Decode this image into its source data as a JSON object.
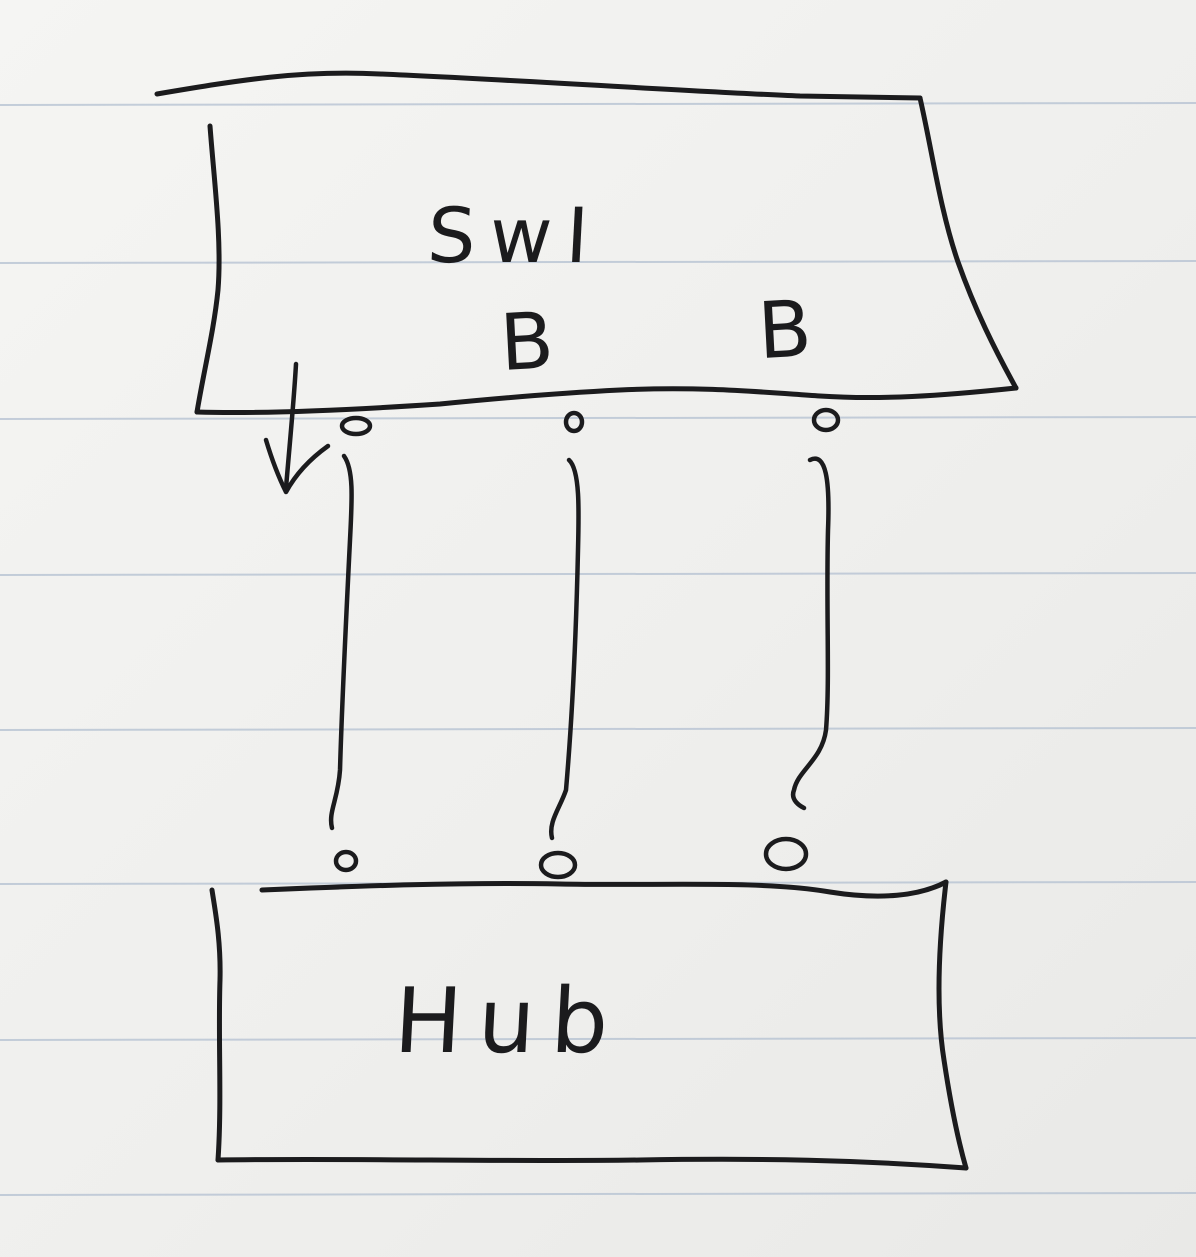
{
  "diagram": {
    "top_box": {
      "label": "SwI"
    },
    "bottom_box": {
      "label": "Hub"
    },
    "port_marks": [
      "B",
      "B"
    ],
    "links": 3,
    "colors": {
      "ink": "#1b1b1d",
      "paper": "#f1f1ef",
      "rule_lines": "#b3c0d1"
    }
  }
}
